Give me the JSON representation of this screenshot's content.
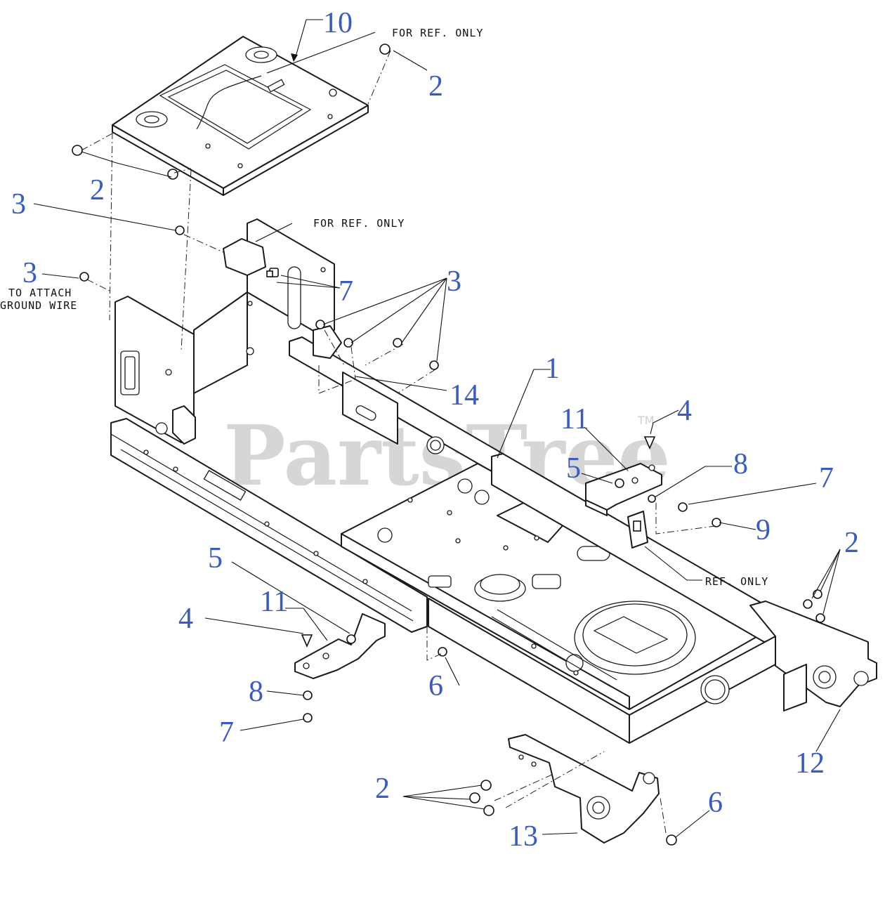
{
  "callouts": {
    "c1": "1",
    "c2a": "2",
    "c2b": "2",
    "c2c": "2",
    "c2d": "2",
    "c3a": "3",
    "c3b": "3",
    "c3c": "3",
    "c4a": "4",
    "c4b": "4",
    "c5a": "5",
    "c5b": "5",
    "c6a": "6",
    "c6b": "6",
    "c7a": "7",
    "c7b": "7",
    "c7c": "7",
    "c8a": "8",
    "c8b": "8",
    "c9": "9",
    "c10": "10",
    "c11a": "11",
    "c11b": "11",
    "c12": "12",
    "c13": "13",
    "c14": "14"
  },
  "notes": {
    "for_ref_only_1": "FOR REF. ONLY",
    "for_ref_only_2": "FOR REF. ONLY",
    "ref_only": "REF. ONLY",
    "attach_line1": "TO ATTACH",
    "attach_line2": "GROUND WIRE"
  },
  "watermark": {
    "text": "PartsTree",
    "tm": "TM"
  },
  "colors": {
    "callout": "#3a5bbf",
    "line": "#1a1a1a",
    "watermark": "#cfcfcf"
  }
}
